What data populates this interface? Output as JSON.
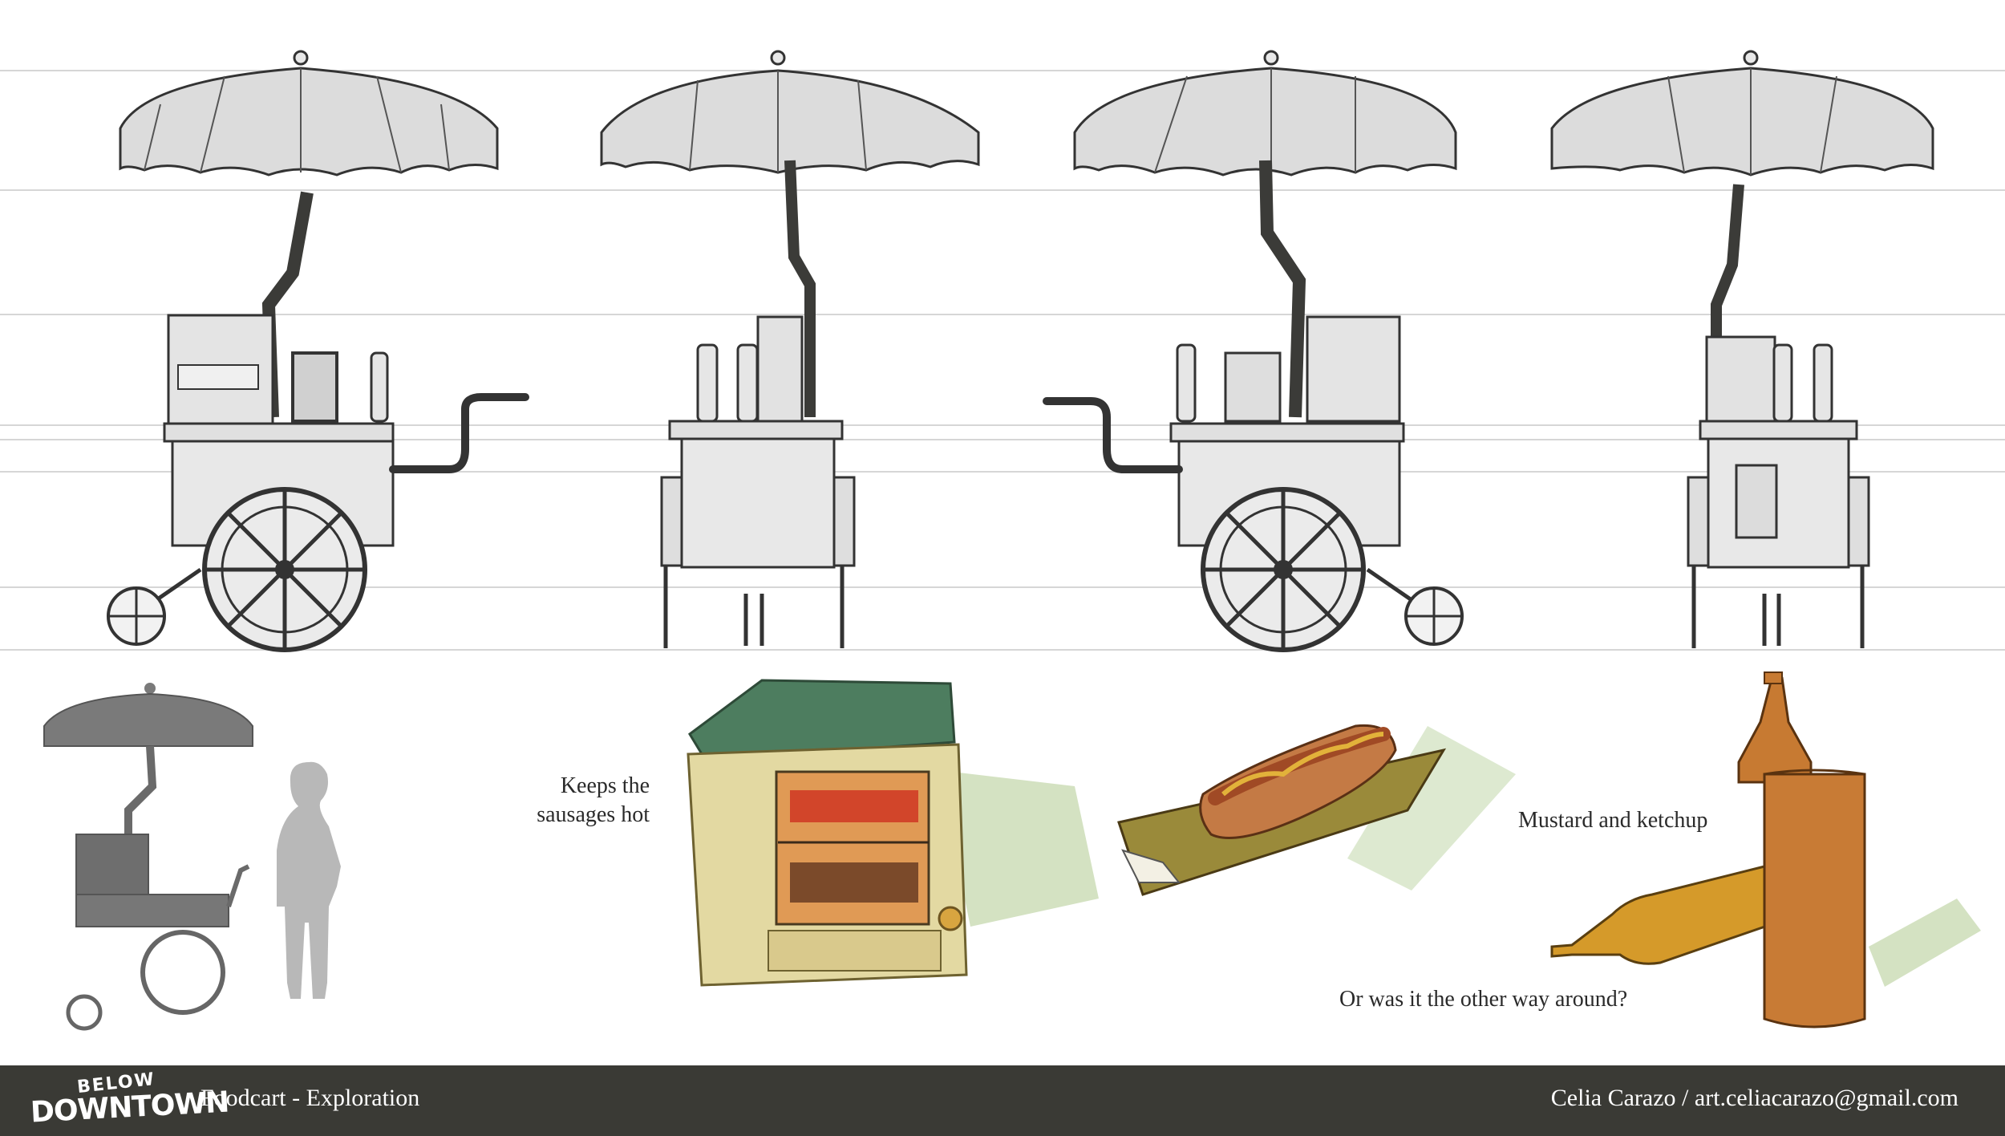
{
  "footer": {
    "logo_top": "BELOW",
    "logo_bottom": "DOWNTOWN",
    "title": "Foodcart - Exploration",
    "credit": "Celia Carazo / art.celiacarazo@gmail.com"
  },
  "annotations": {
    "steamer": "Keeps the\nsausages hot",
    "condiments": "Mustard and ketchup",
    "joke": "Or was it the other way around?"
  },
  "views": [
    "side-view-left",
    "front-view",
    "side-view-right",
    "back-view"
  ],
  "colors": {
    "footer_bg": "#3a3a35",
    "umbrella_fill": "#dcdcdc",
    "pole": "#3b3b38",
    "steamer_roof": "#4d7d5f",
    "sausage": "#b86a3a",
    "mustard": "#d59a2a",
    "ketchup_bottle": "#c77a32",
    "render_gray": "#7a7a7a"
  }
}
